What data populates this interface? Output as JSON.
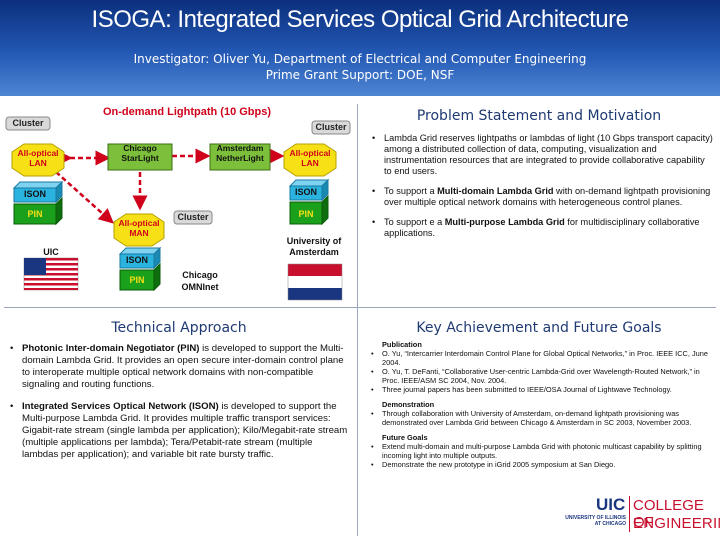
{
  "header": {
    "title": "ISOGA: Integrated Services Optical Grid Architecture",
    "subtitle_line1": "Investigator: Oliver Yu, Department of Electrical and Computer Engineering",
    "subtitle_line2": "Prime Grant Support: DOE, NSF"
  },
  "colors": {
    "header_blue": "#1f4fa5",
    "heading_blue": "#1f3a73",
    "lightpath_red": "#d0021b",
    "node_yellow": "#f7e016",
    "box_green": "#128a12",
    "box_cyan": "#2bb3e0",
    "uic_red": "#c8102e",
    "uic_blue": "#1b3680"
  },
  "diagram": {
    "lightpath_label": "On-demand Lightpath (10 Gbps)",
    "cluster_label": "Cluster",
    "nodes": {
      "chicago_starlight": "Chicago StarLight",
      "amsterdam_netherlight": "Amsterdam NetherLight",
      "optical_lan": "All-optical LAN",
      "optical_man": "All-optical MAN"
    },
    "stack": {
      "ison": "ISON",
      "pin": "PIN"
    },
    "sites": {
      "uic": "UIC",
      "amsterdam_line1": "University of",
      "amsterdam_line2": "Amsterdam",
      "omninet_line1": "Chicago",
      "omninet_line2": "OMNInet"
    },
    "flags": {
      "usa": "usa-flag-icon",
      "netherlands": "netherlands-flag-icon"
    }
  },
  "problem": {
    "heading": "Problem Statement and Motivation",
    "items": [
      {
        "pre": "Lambda Grid reserves lightpaths or lambdas of light    (10 Gbps transport capacity) among a distributed collection of data, computing, visualization and instrumentation resources that are integrated to provide collaborative capability to end users.",
        "bold": "",
        "post": ""
      },
      {
        "pre": "To support a ",
        "bold": "Multi-domain Lambda Grid",
        "post": " with on-demand lightpath provisioning over multiple optical network domains with heterogeneous control planes."
      },
      {
        "pre": "To support e a ",
        "bold": "Multi-purpose Lambda Grid",
        "post": " for multidisciplinary collaborative applications."
      }
    ]
  },
  "technical": {
    "heading": "Technical Approach",
    "items": [
      {
        "bold": "Photonic Inter-domain Negotiator (PIN)",
        "post": " is developed to support the Multi-domain Lambda Grid. It provides an open secure inter-domain control plane to interoperate multiple optical network domains with non-compatible signaling and routing functions."
      },
      {
        "bold": "Integrated Services Optical Network (ISON)",
        "post": " is developed to support the Multi-purpose Lambda Grid. It provides multiple traffic transport services:  Gigabit-rate stream (single lambda per application); Kilo/Megabit-rate stream (multiple applications per lambda); Tera/Petabit-rate stream (multiple lambdas per application); and variable bit rate bursty traffic."
      }
    ]
  },
  "achievement": {
    "heading": "Key Achievement and Future Goals",
    "publication_title": "Publication",
    "publications": [
      "O. Yu, “Intercarrier Interdomain Control Plane for Global Optical Networks,” in Proc. IEEE ICC, June 2004.",
      "O. Yu, T. DeFanti, “Collaborative User-centric Lambda-Grid over Wavelength-Routed Network,” in Proc. IEEE/ASM SC 2004, Nov. 2004.",
      "Three journal papers has been submitted to IEEE/OSA Journal of Lightwave Technology."
    ],
    "demonstration_title": "Demonstration",
    "demonstrations": [
      "Through collaboration with University of Amsterdam, on-demand lightpath provisioning was demonstrated over Lambda Grid between Chicago & Amsterdam in SC 2003, November 2003."
    ],
    "future_title": "Future Goals",
    "future": [
      "Extend multi-domain and multi-purpose Lambda Grid with photonic multicast capability by splitting incoming light into multiple outputs.",
      "Demonstrate the new prototype in iGrid 2005 symposium at San Diego."
    ]
  },
  "logo": {
    "uic": "UIC",
    "university_line1": "UNIVERSITY OF ILLINOIS",
    "university_line2": "AT CHICAGO",
    "college": "COLLEGE OF",
    "engineering": "ENGINEERING"
  }
}
